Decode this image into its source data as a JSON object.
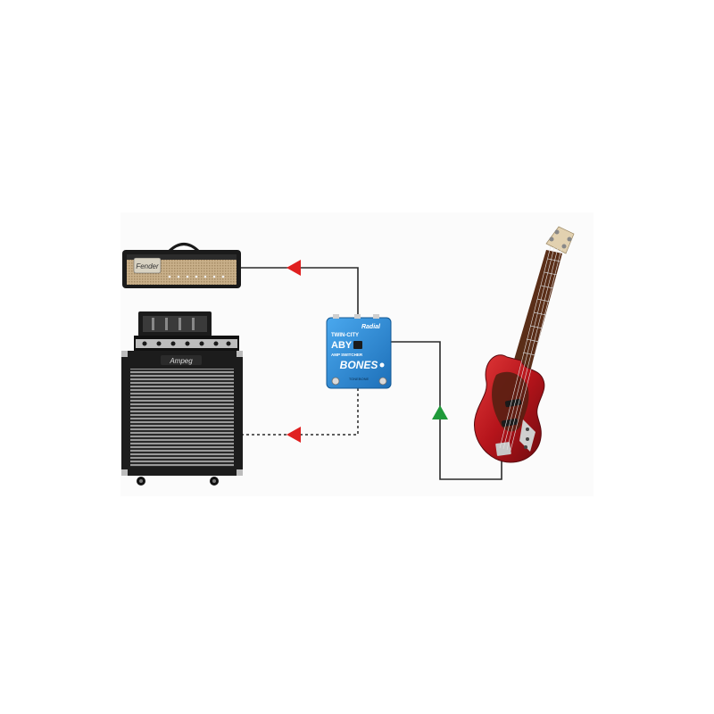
{
  "diagram": {
    "background": "#ffffff",
    "panel_color": "#fbfbfb",
    "signal_line_color": "#2a2a2a",
    "arrow_out_color": "#e02020",
    "arrow_in_color": "#1f9a3a"
  },
  "devices": {
    "fender_head": {
      "icon": "fender-amp-head",
      "logo_text": "Fender",
      "grille_color": "#c9b08a"
    },
    "ampeg_rig": {
      "icon": "ampeg-bass-rig",
      "logo_text": "Ampeg",
      "cabinet_color": "#1c1c1c"
    },
    "pedal": {
      "icon": "aby-switcher-pedal",
      "brand": "Radial",
      "line1": "TWIN-CITY",
      "model": "ABY",
      "line3": "AMP SWITCHER",
      "series": "BONES",
      "footer": "TONEBONE",
      "color": "#2f8ed8"
    },
    "bass_guitar": {
      "icon": "electric-bass-guitar",
      "body_color": "#c4161c",
      "pickguard_color": "#5a1f12"
    }
  },
  "connections": [
    {
      "name": "pedal-to-fender",
      "style": "solid",
      "arrow": "out"
    },
    {
      "name": "pedal-to-ampeg",
      "style": "dashed",
      "arrow": "out"
    },
    {
      "name": "bass-to-pedal",
      "style": "solid",
      "arrow": "in"
    }
  ]
}
